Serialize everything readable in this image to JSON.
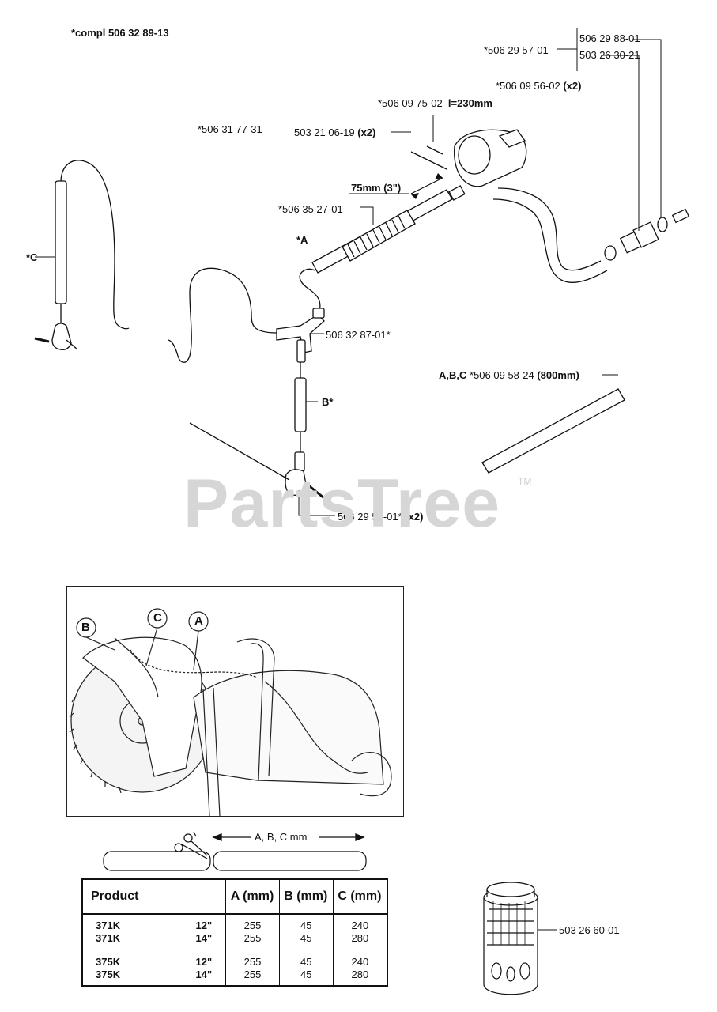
{
  "callouts": {
    "compl": "*compl 506 32 89-13",
    "p_295701": "*506 29 57-01",
    "p_298801": "506 29 88-01",
    "p_263021": "503 26 30-21",
    "p_095602": "*506 09 56-02",
    "p_095602_qty": "(x2)",
    "p_097502": "*506 09 75-02",
    "p_097502_len": "l=230mm",
    "p_317731": "*506 31 77-31",
    "p_210619": "503 21 06-19",
    "p_210619_qty": "(x2)",
    "dim_75": "75mm (3\")",
    "p_352701": "*506 35 27-01",
    "mark_A": "*A",
    "mark_C": "*C",
    "p_328701": "506 32 87-01*",
    "abc_prefix": "A,B,C",
    "p_095824": "*506 09 58-24",
    "p_095824_len": "(800mm)",
    "mark_B": "B*",
    "p_295601": "506 29 56-01*",
    "p_295601_qty": "(x2)",
    "p_266001": "503 26 60-01"
  },
  "watermark": {
    "text": "PartsTree",
    "tm": "TM"
  },
  "photo_labels": {
    "b": "B",
    "c": "C",
    "a": "A"
  },
  "cut_dimension": "A, B, C mm",
  "table": {
    "headers": [
      "Product",
      "A (mm)",
      "B (mm)",
      "C (mm)"
    ],
    "groups": [
      {
        "rows": [
          {
            "product": "371K",
            "size": "12\"",
            "a": "255",
            "b": "45",
            "c": "240"
          },
          {
            "product": "371K",
            "size": "14\"",
            "a": "255",
            "b": "45",
            "c": "280"
          }
        ]
      },
      {
        "rows": [
          {
            "product": "375K",
            "size": "12\"",
            "a": "255",
            "b": "45",
            "c": "240"
          },
          {
            "product": "375K",
            "size": "14\"",
            "a": "255",
            "b": "45",
            "c": "280"
          }
        ]
      }
    ]
  },
  "colors": {
    "line": "#111111",
    "watermark": "#d6d6d6"
  }
}
